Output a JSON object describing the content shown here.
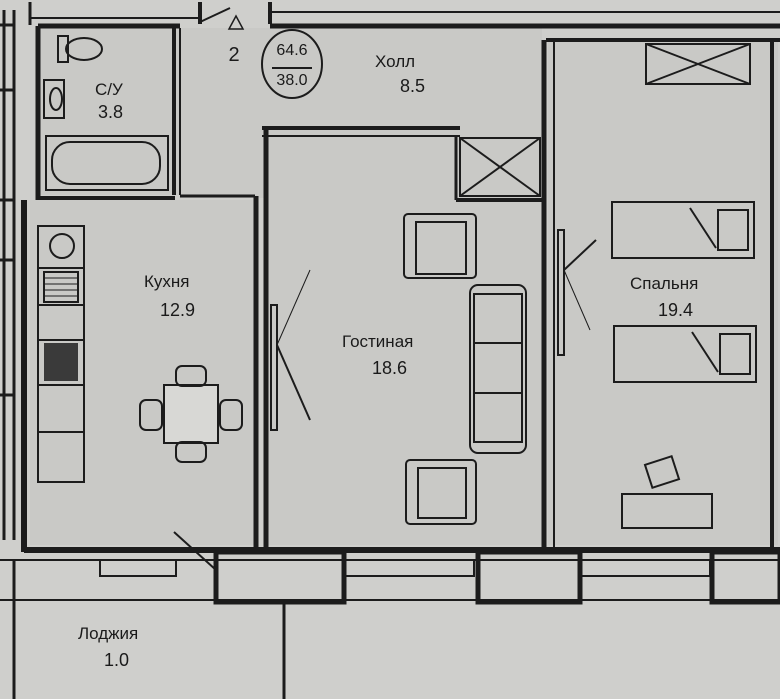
{
  "apartment": {
    "number": "2",
    "total_area": "64.6",
    "living_area": "38.0"
  },
  "rooms": {
    "bathroom": {
      "label": "С/У",
      "area": "3.8"
    },
    "hall": {
      "label": "Холл",
      "area": "8.5"
    },
    "kitchen": {
      "label": "Кухня",
      "area": "12.9"
    },
    "living_room": {
      "label": "Гостиная",
      "area": "18.6"
    },
    "bedroom": {
      "label": "Спальня",
      "area": "19.4"
    },
    "loggia": {
      "label": "Лоджия",
      "area": "1.0"
    }
  },
  "colors": {
    "paper": "#cfcfcc",
    "wall": "#1c1c1c",
    "floor": "#c9c9c6"
  },
  "icons": [
    "toilet-icon",
    "sink-icon",
    "bathtub-icon",
    "stove-icon",
    "dining-set-icon",
    "armchair-icon",
    "sofa-icon",
    "bed-icon",
    "desk-icon",
    "shaft-icon",
    "wardrobe-icon",
    "entrance-marker-icon"
  ]
}
